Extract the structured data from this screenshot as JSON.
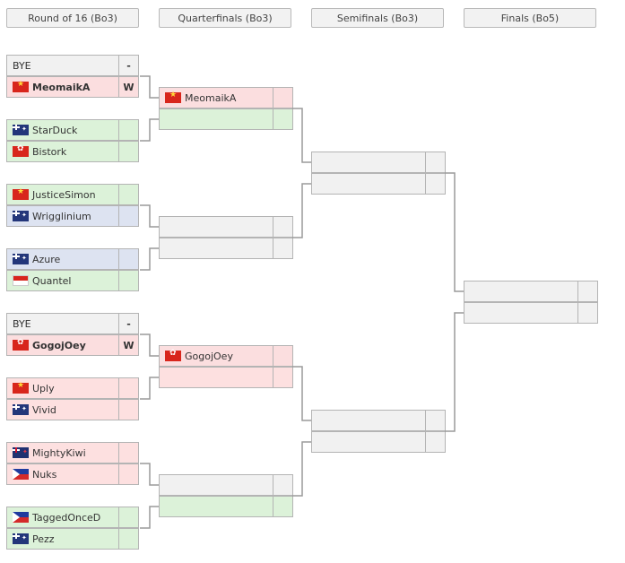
{
  "headers": [
    "Round of 16 (Bo3)",
    "Quarterfinals (Bo3)",
    "Semifinals (Bo3)",
    "Finals (Bo5)"
  ],
  "round_of_16": [
    {
      "top": {
        "name": "BYE",
        "score": "-",
        "flag": ""
      },
      "bottom": {
        "name": "MeomaikA",
        "score": "W",
        "flag": "vn"
      }
    },
    {
      "top": {
        "name": "StarDuck",
        "score": "",
        "flag": "au"
      },
      "bottom": {
        "name": "Bistork",
        "score": "",
        "flag": "hk"
      }
    },
    {
      "top": {
        "name": "JusticeSimon",
        "score": "",
        "flag": "vn"
      },
      "bottom": {
        "name": "Wrigglinium",
        "score": "",
        "flag": "au"
      }
    },
    {
      "top": {
        "name": "Azure",
        "score": "",
        "flag": "au"
      },
      "bottom": {
        "name": "Quantel",
        "score": "",
        "flag": "id"
      }
    },
    {
      "top": {
        "name": "BYE",
        "score": "-",
        "flag": ""
      },
      "bottom": {
        "name": "GogojOey",
        "score": "W",
        "flag": "hk"
      }
    },
    {
      "top": {
        "name": "Uply",
        "score": "",
        "flag": "vn"
      },
      "bottom": {
        "name": "Vivid",
        "score": "",
        "flag": "au"
      }
    },
    {
      "top": {
        "name": "MightyKiwi",
        "score": "",
        "flag": "nz"
      },
      "bottom": {
        "name": "Nuks",
        "score": "",
        "flag": "ph"
      }
    },
    {
      "top": {
        "name": "TaggedOnceD",
        "score": "",
        "flag": "ph"
      },
      "bottom": {
        "name": "Pezz",
        "score": "",
        "flag": "au"
      }
    }
  ],
  "quarterfinals": [
    {
      "top": {
        "name": "MeomaikA",
        "score": "",
        "flag": "vn"
      },
      "bottom": {
        "name": "",
        "score": "",
        "flag": ""
      }
    },
    {
      "top": {
        "name": "",
        "score": "",
        "flag": ""
      },
      "bottom": {
        "name": "",
        "score": "",
        "flag": ""
      }
    },
    {
      "top": {
        "name": "GogojOey",
        "score": "",
        "flag": "hk"
      },
      "bottom": {
        "name": "",
        "score": "",
        "flag": ""
      }
    },
    {
      "top": {
        "name": "",
        "score": "",
        "flag": ""
      },
      "bottom": {
        "name": "",
        "score": "",
        "flag": ""
      }
    }
  ],
  "semifinals": [
    {
      "top": {
        "name": "",
        "score": ""
      },
      "bottom": {
        "name": "",
        "score": ""
      }
    },
    {
      "top": {
        "name": "",
        "score": ""
      },
      "bottom": {
        "name": "",
        "score": ""
      }
    }
  ],
  "finals": [
    {
      "top": {
        "name": "",
        "score": ""
      },
      "bottom": {
        "name": "",
        "score": ""
      }
    }
  ]
}
